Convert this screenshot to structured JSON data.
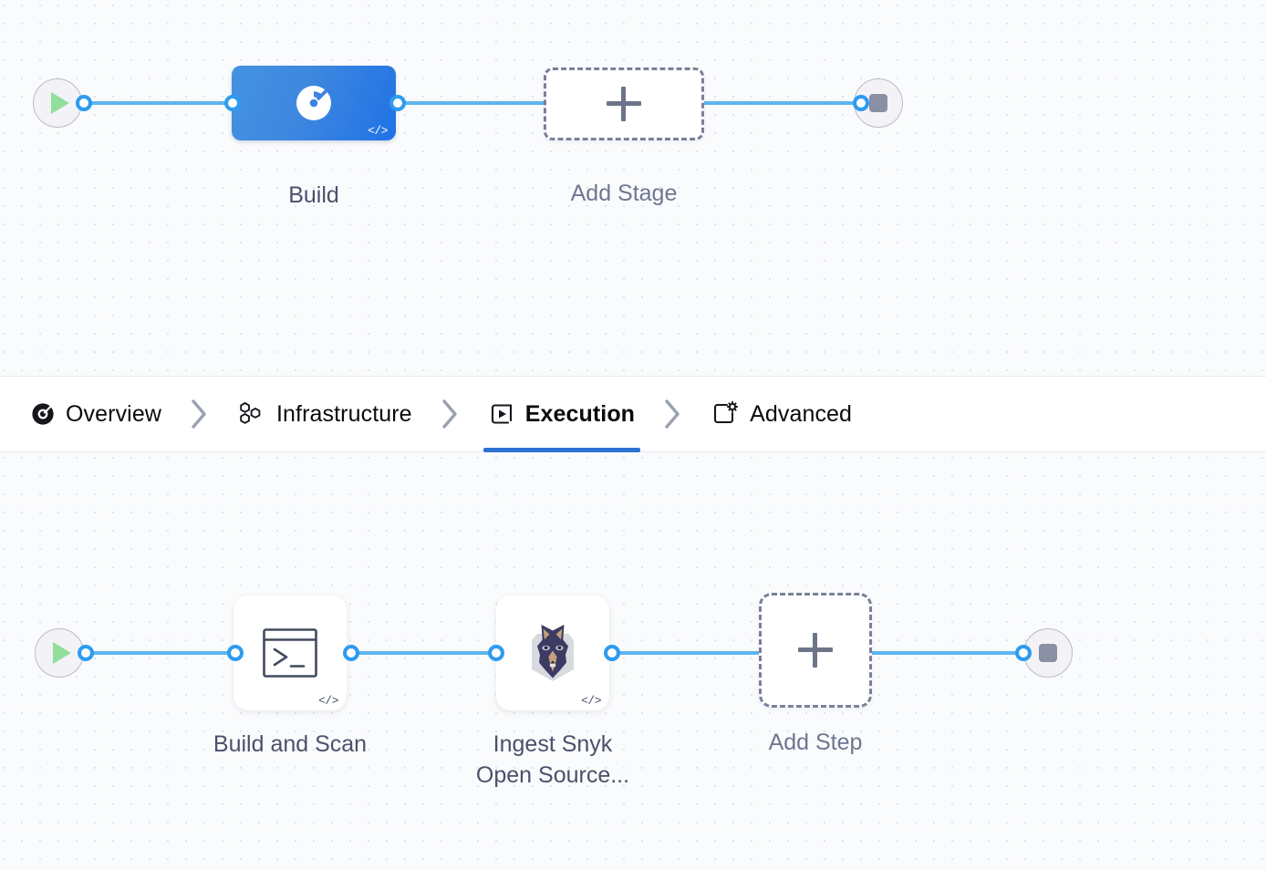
{
  "colors": {
    "canvas_bg": "#fafbfc",
    "dot": "#dfe3ea",
    "edge": "#5cb5f0",
    "port": "#2d9bf0",
    "accent": "#2d72d2",
    "stage_gradient_from": "#4592e0",
    "stage_gradient_to": "#2072e6",
    "label_text": "#4b516b",
    "tab_text": "#0b0b0d",
    "play_green": "#92df9d",
    "stop_gray": "#8a8fa3",
    "dashed_border": "#7a8097"
  },
  "stage_graph": {
    "start_node": {
      "name": "pipeline-start",
      "icon": "play-icon"
    },
    "end_node": {
      "name": "pipeline-end",
      "icon": "stop-icon"
    },
    "stages": [
      {
        "label": "Build",
        "icon": "harness-build-icon",
        "badge": "</>",
        "selected": true
      }
    ],
    "add_stage": {
      "label": "Add Stage",
      "icon": "plus-icon"
    }
  },
  "tabs": {
    "separator_icon": "chevron-right-icon",
    "items": [
      {
        "label": "Overview",
        "icon": "overview-icon",
        "active": false
      },
      {
        "label": "Infrastructure",
        "icon": "infrastructure-icon",
        "active": false
      },
      {
        "label": "Execution",
        "icon": "execution-icon",
        "active": true
      },
      {
        "label": "Advanced",
        "icon": "advanced-icon",
        "active": false
      }
    ]
  },
  "execution_graph": {
    "start_node": {
      "name": "execution-start",
      "icon": "play-icon"
    },
    "end_node": {
      "name": "execution-end",
      "icon": "stop-icon"
    },
    "steps": [
      {
        "label": "Build and Scan",
        "icon": "terminal-icon",
        "badge": "</>"
      },
      {
        "label": "Ingest Snyk\nOpen Source...",
        "icon": "snyk-dog-icon",
        "badge": "</>"
      }
    ],
    "add_step": {
      "label": "Add Step",
      "icon": "plus-icon"
    }
  }
}
